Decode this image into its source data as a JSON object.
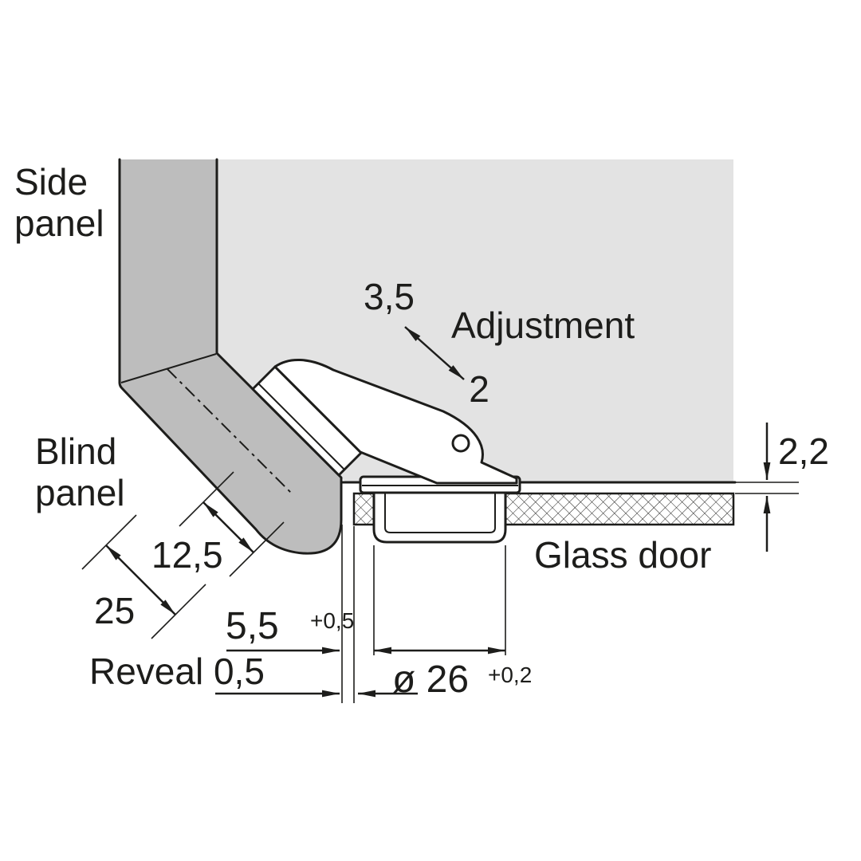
{
  "labels": {
    "side_panel_line1": "Side",
    "side_panel_line2": "panel",
    "blind_panel_line1": "Blind",
    "blind_panel_line2": "panel",
    "glass_door": "Glass door",
    "adjustment": "Adjustment",
    "reveal": "Reveal 0,5"
  },
  "dimensions": {
    "adjustment_max": "3,5",
    "adjustment_min": "2",
    "overlay_gap": "2,2",
    "center_distance": "12,5",
    "panel_thickness": "25",
    "edge_distance": "5,5",
    "edge_distance_tolerance": "+0,5",
    "cup_diameter": "ø 26",
    "cup_diameter_tolerance": "+0,2"
  },
  "colors": {
    "background": "#ffffff",
    "cabinet_interior": "#e3e3e3",
    "panel": "#bdbdbd",
    "line": "#1d1d1b"
  }
}
